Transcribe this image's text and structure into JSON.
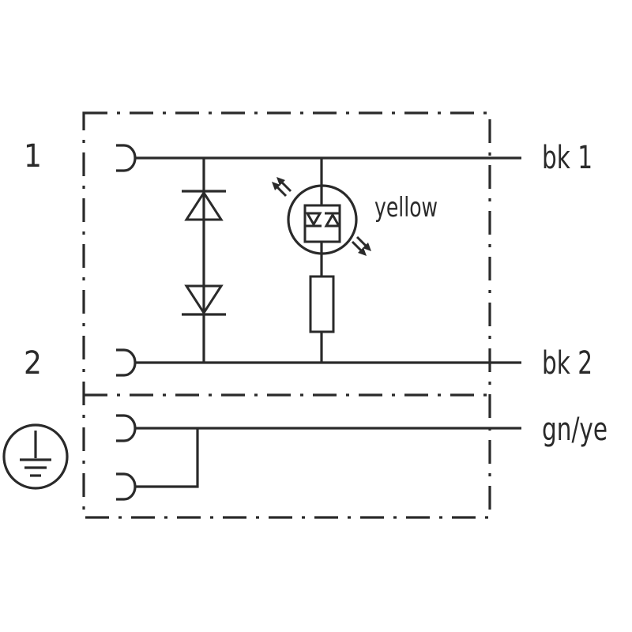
{
  "pins": {
    "pin1": "1",
    "pin2": "2"
  },
  "wires": {
    "wire1": "bk 1",
    "wire2": "bk 2",
    "wire3": "gn/ye"
  },
  "led": {
    "color": "yellow"
  },
  "icons": {
    "ground": "protective-earth-icon"
  },
  "colors": {
    "line": "#2a2a2a",
    "background": "#ffffff"
  }
}
